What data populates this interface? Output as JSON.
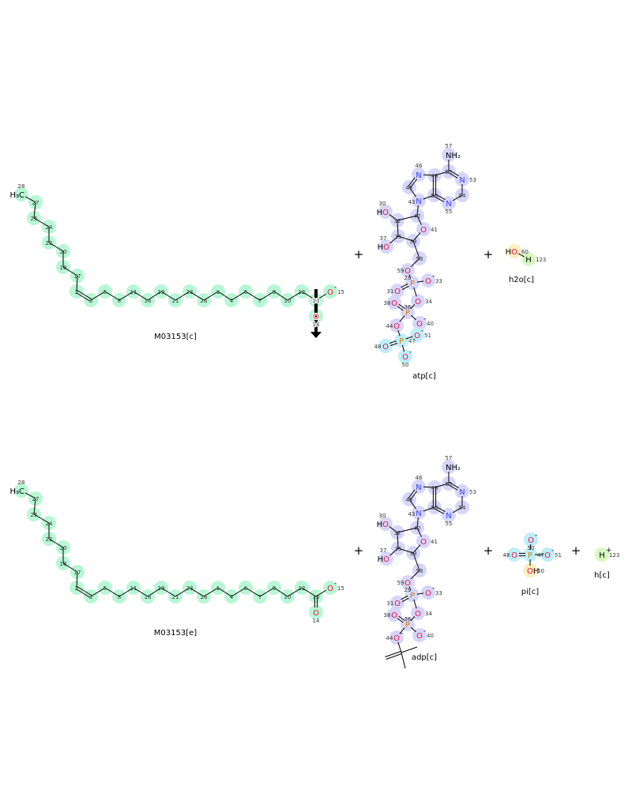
{
  "colors": {
    "fatty_highlight": "#b8f7d4",
    "nucleotide_highlight": "#d6d6fb",
    "phosphate_highlight": "#bdeefa",
    "water_o_highlight": "#fdecbf",
    "hydrogen_highlight": "#d6f8bf",
    "oxygen": "#e8103c",
    "nitrogen": "#3344ee",
    "phosphorus": "#d97a00"
  },
  "reactions": [
    {
      "operators": [
        "+",
        "+"
      ],
      "arrow": "down-arrow",
      "molecules": [
        {
          "key": "fa_top",
          "name": "M03153[c]",
          "atoms": [
            {
              "n": "28",
              "t": "H₃C"
            },
            {
              "n": "27"
            },
            {
              "n": "25"
            },
            {
              "n": "24"
            },
            {
              "n": "22"
            },
            {
              "n": "20"
            },
            {
              "n": "18"
            },
            {
              "n": "17"
            },
            {
              "n": "2"
            },
            {
              "n": "3"
            },
            {
              "n": "5"
            },
            {
              "n": "8"
            },
            {
              "n": "11"
            },
            {
              "n": "16"
            },
            {
              "n": "19"
            },
            {
              "n": "21"
            },
            {
              "n": "23"
            },
            {
              "n": "26"
            },
            {
              "n": "1"
            },
            {
              "n": "4"
            },
            {
              "n": "6"
            },
            {
              "n": "7"
            },
            {
              "n": "9"
            },
            {
              "n": "10"
            },
            {
              "n": "12"
            },
            {
              "n": "13"
            },
            {
              "n": "15",
              "t": "O",
              "c": "-"
            },
            {
              "n": "14",
              "t": "O"
            }
          ]
        },
        {
          "key": "atp",
          "name": "atp[c]",
          "atoms": [
            {
              "n": "57",
              "t": "NH₂"
            },
            {
              "n": "52"
            },
            {
              "n": "53",
              "t": "N"
            },
            {
              "n": "54"
            },
            {
              "n": "55",
              "t": "N"
            },
            {
              "n": "56"
            },
            {
              "n": "49"
            },
            {
              "n": "46",
              "t": "N"
            },
            {
              "n": "45"
            },
            {
              "n": "43",
              "t": "N"
            },
            {
              "n": "42"
            },
            {
              "n": "41",
              "t": "O"
            },
            {
              "n": "39"
            },
            {
              "n": "35"
            },
            {
              "n": "32"
            },
            {
              "n": "30",
              "t": "HO"
            },
            {
              "n": "37",
              "t": "HO"
            },
            {
              "n": "58"
            },
            {
              "n": "59",
              "t": "O"
            },
            {
              "n": "29",
              "t": "P"
            },
            {
              "n": "33",
              "t": "O",
              "c": "-"
            },
            {
              "n": "31",
              "t": "O"
            },
            {
              "n": "34",
              "t": "O"
            },
            {
              "n": "36",
              "t": "P"
            },
            {
              "n": "38",
              "t": "O"
            },
            {
              "n": "40",
              "t": "O",
              "c": "-"
            },
            {
              "n": "44",
              "t": "O"
            },
            {
              "n": "47",
              "t": "P"
            },
            {
              "n": "51",
              "t": "O",
              "c": "-"
            },
            {
              "n": "48",
              "t": "O"
            },
            {
              "n": "50",
              "t": "O",
              "c": "-"
            }
          ]
        },
        {
          "key": "h2o",
          "name": "h2o[c]",
          "atoms": [
            {
              "n": "60",
              "t": "HO"
            },
            {
              "n": "123",
              "t": "H"
            }
          ]
        }
      ]
    },
    {
      "operators": [
        "+",
        "+",
        "+"
      ],
      "molecules": [
        {
          "key": "fa_bot",
          "name": "M03153[e]",
          "atoms": [
            {
              "n": "28",
              "t": "H₃C"
            },
            {
              "n": "27"
            },
            {
              "n": "25"
            },
            {
              "n": "24"
            },
            {
              "n": "22"
            },
            {
              "n": "20"
            },
            {
              "n": "18"
            },
            {
              "n": "17"
            },
            {
              "n": "2"
            },
            {
              "n": "3"
            },
            {
              "n": "5"
            },
            {
              "n": "8"
            },
            {
              "n": "11"
            },
            {
              "n": "16"
            },
            {
              "n": "19"
            },
            {
              "n": "21"
            },
            {
              "n": "23"
            },
            {
              "n": "26"
            },
            {
              "n": "1"
            },
            {
              "n": "4"
            },
            {
              "n": "6"
            },
            {
              "n": "7"
            },
            {
              "n": "9"
            },
            {
              "n": "10"
            },
            {
              "n": "12"
            },
            {
              "n": "13"
            },
            {
              "n": "15",
              "t": "O",
              "c": "-"
            },
            {
              "n": "14",
              "t": "O"
            }
          ]
        },
        {
          "key": "adp",
          "name": "adp[c]",
          "atoms": [
            {
              "n": "57",
              "t": "NH₂"
            },
            {
              "n": "52"
            },
            {
              "n": "53",
              "t": "N"
            },
            {
              "n": "54"
            },
            {
              "n": "55",
              "t": "N"
            },
            {
              "n": "56"
            },
            {
              "n": "49"
            },
            {
              "n": "46",
              "t": "N"
            },
            {
              "n": "45"
            },
            {
              "n": "43",
              "t": "N"
            },
            {
              "n": "42"
            },
            {
              "n": "41",
              "t": "O"
            },
            {
              "n": "39"
            },
            {
              "n": "35"
            },
            {
              "n": "32"
            },
            {
              "n": "30",
              "t": "HO"
            },
            {
              "n": "37",
              "t": "HO"
            },
            {
              "n": "58"
            },
            {
              "n": "59",
              "t": "O"
            },
            {
              "n": "29",
              "t": "P"
            },
            {
              "n": "33",
              "t": "O",
              "c": "-"
            },
            {
              "n": "31",
              "t": "O"
            },
            {
              "n": "34",
              "t": "O"
            },
            {
              "n": "36",
              "t": "P"
            },
            {
              "n": "38",
              "t": "O"
            },
            {
              "n": "40",
              "t": "O",
              "c": "-"
            },
            {
              "n": "44",
              "t": "O",
              "c": "-"
            }
          ]
        },
        {
          "key": "pi",
          "name": "pi[c]",
          "atoms": [
            {
              "n": "47",
              "t": "P"
            },
            {
              "n": "50",
              "t": "O",
              "c": "-"
            },
            {
              "n": "48",
              "t": "O"
            },
            {
              "n": "51",
              "t": "O",
              "c": "-"
            },
            {
              "n": "60",
              "t": "OH"
            }
          ]
        },
        {
          "key": "h",
          "name": "h[c]",
          "atoms": [
            {
              "n": "123",
              "t": "H",
              "c": "+"
            }
          ]
        }
      ]
    }
  ]
}
